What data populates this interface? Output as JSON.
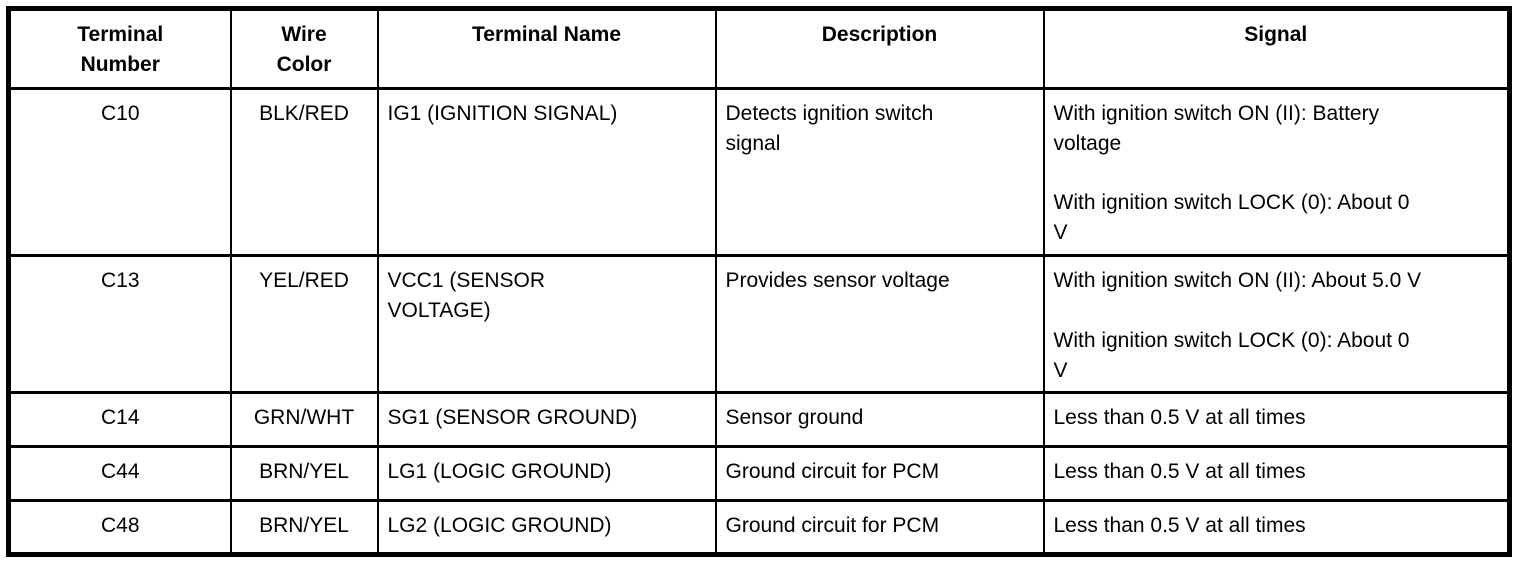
{
  "table": {
    "headers": {
      "terminal_number": "Terminal\nNumber",
      "wire_color": "Wire\nColor",
      "terminal_name": "Terminal Name",
      "description": "Description",
      "signal": "Signal"
    },
    "rows": [
      {
        "terminal_number": "C10",
        "wire_color": "BLK/RED",
        "terminal_name": "IG1 (IGNITION SIGNAL)",
        "description": "Detects ignition switch\nsignal",
        "signal": "With ignition switch ON (II): Battery\nvoltage\n\nWith ignition switch LOCK (0): About 0\nV"
      },
      {
        "terminal_number": "C13",
        "wire_color": "YEL/RED",
        "terminal_name": "VCC1 (SENSOR\nVOLTAGE)",
        "description": "Provides sensor voltage",
        "signal": "With ignition switch ON (II): About 5.0 V\n\nWith ignition switch LOCK (0): About 0\nV"
      },
      {
        "terminal_number": "C14",
        "wire_color": "GRN/WHT",
        "terminal_name": "SG1 (SENSOR GROUND)",
        "description": "Sensor ground",
        "signal": "Less than 0.5 V at all times"
      },
      {
        "terminal_number": "C44",
        "wire_color": "BRN/YEL",
        "terminal_name": "LG1 (LOGIC GROUND)",
        "description": "Ground circuit for PCM",
        "signal": "Less than 0.5 V at all times"
      },
      {
        "terminal_number": "C48",
        "wire_color": "BRN/YEL",
        "terminal_name": "LG2 (LOGIC GROUND)",
        "description": "Ground circuit for PCM",
        "signal": "Less than 0.5 V at all times"
      }
    ]
  }
}
